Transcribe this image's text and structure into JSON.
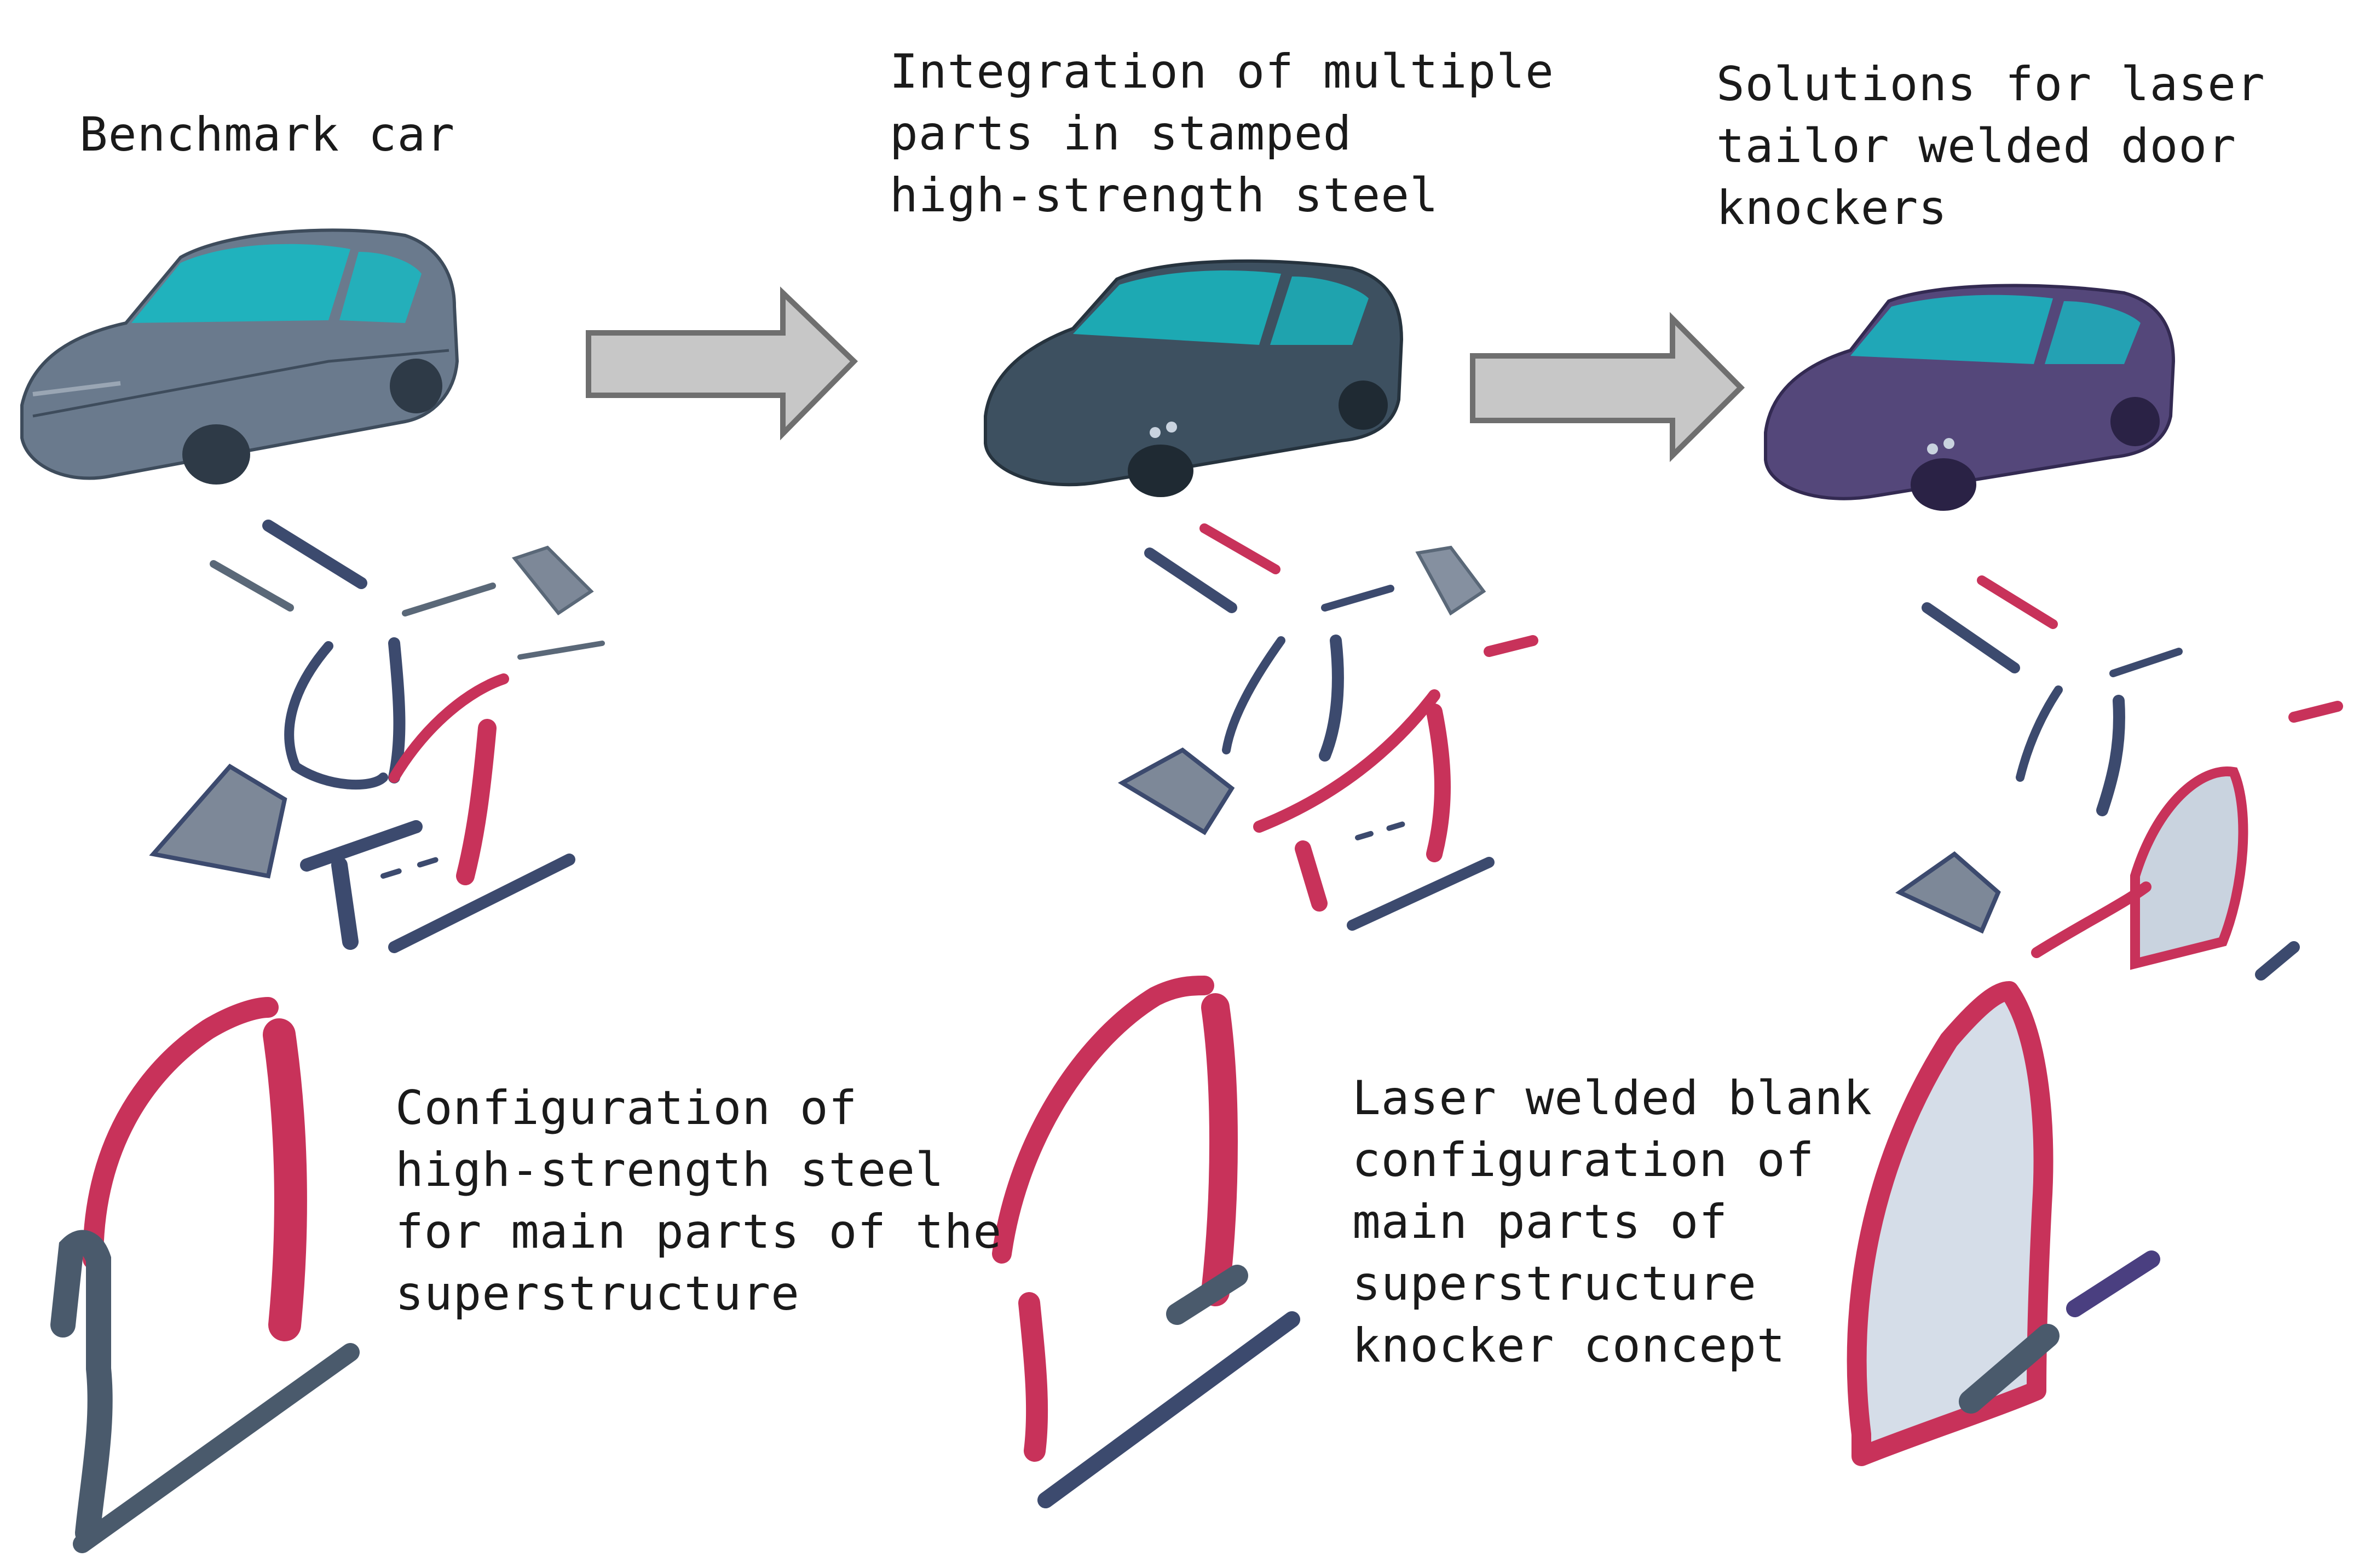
{
  "captions": {
    "benchmark": {
      "lines": [
        "Benchmark car"
      ]
    },
    "integration": {
      "lines": [
        "Integration of multiple",
        "parts in stamped",
        "high-strength steel"
      ]
    },
    "solutions": {
      "lines": [
        "Solutions for laser",
        "tailor welded door",
        "knockers"
      ]
    },
    "configuration_hss": {
      "lines": [
        "Configuration of",
        "high-strength steel",
        "for main parts of the",
        "superstructure"
      ]
    },
    "laser_blank": {
      "lines": [
        "Laser welded blank",
        "configuration of",
        "main parts of",
        "superstructure",
        "knocker concept"
      ]
    }
  },
  "colors": {
    "car_gray": "#5f6f82",
    "car_dark": "#3a4d5e",
    "car_purple": "#5b4a7a",
    "glass_teal": "#18b8c2",
    "part_gray": "#5a6878",
    "part_red": "#c8325a",
    "part_navy": "#3c4a6e",
    "panel_light": "#c9d3df",
    "arrow_fill": "#c7c7c7",
    "arrow_stroke": "#6f6f6f"
  },
  "icons": {
    "benchmark_car": "car-icon",
    "stamped_car": "car-icon",
    "laser_car": "car-icon",
    "flow_arrow": "arrow-right-icon"
  }
}
